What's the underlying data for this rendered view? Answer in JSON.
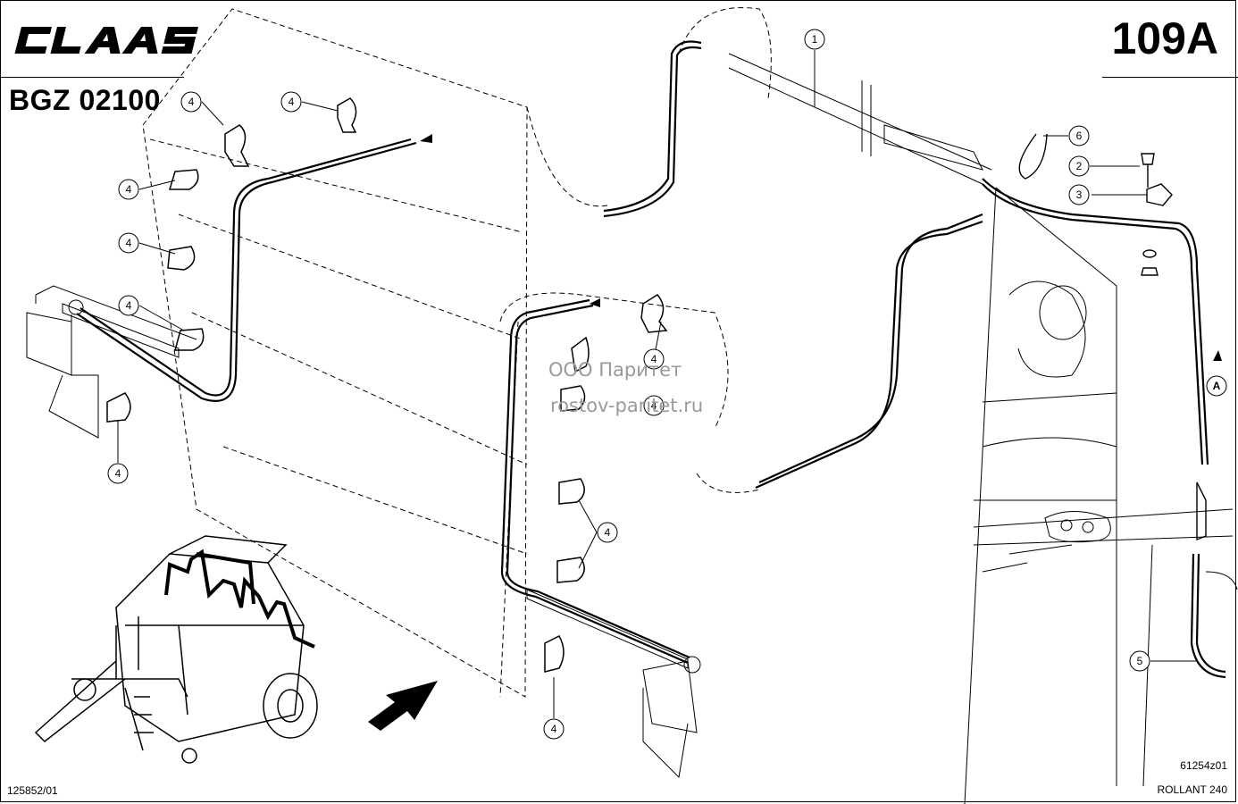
{
  "header": {
    "brand": "CLAAS",
    "model_code": "BGZ 02100",
    "page_number": "109A"
  },
  "footer": {
    "document_number": "125852/01",
    "drawing_code": "61254z01",
    "machine": "ROLLANT 240"
  },
  "watermark": {
    "line1": "ООО Паритет",
    "line2": "rostov-paritet.ru"
  },
  "callouts": {
    "n1": "1",
    "n2": "2",
    "n3": "3",
    "n4": "4",
    "n5": "5",
    "n6": "6",
    "a": "A"
  },
  "colors": {
    "ink": "#000000",
    "watermark": "#9a9a9a",
    "paper": "#ffffff"
  },
  "icons": [
    "claas-logo",
    "direction-arrow-icon",
    "baler-overview-illustration"
  ]
}
